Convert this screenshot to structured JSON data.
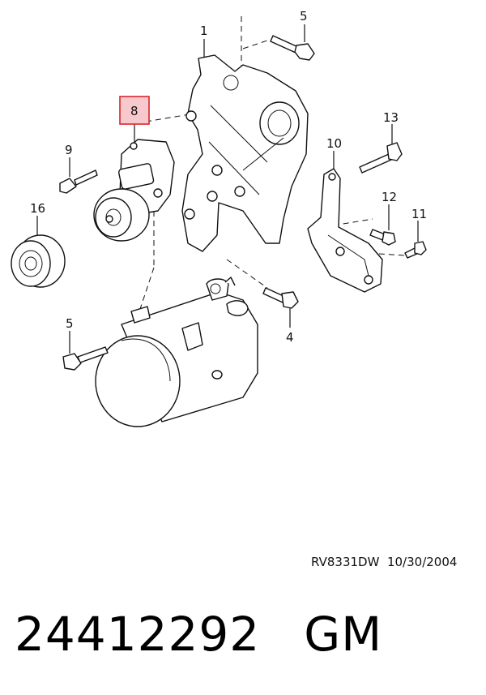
{
  "callouts": [
    "1",
    "5",
    "8",
    "9",
    "13",
    "10",
    "16",
    "12",
    "11",
    "4",
    "5"
  ],
  "highlight_color": "#d9262c",
  "highlight_fill": "#f7c9cc",
  "reference_code": "RV8331DW",
  "reference_date": "10/30/2004",
  "part_number": "24412292",
  "brand": "GM"
}
